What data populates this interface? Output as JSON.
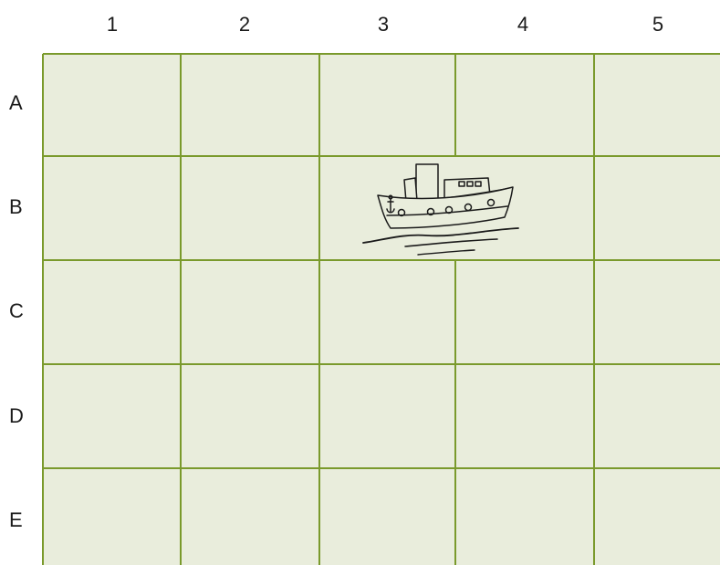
{
  "grid": {
    "columns": [
      "1",
      "2",
      "3",
      "4",
      "5"
    ],
    "rows": [
      "A",
      "B",
      "C",
      "D",
      "E"
    ],
    "cell_fill": "#e9eddc",
    "line_color": "#7a9a2c",
    "pictures": [
      {
        "name": "ship-icon",
        "row": "B",
        "column": "3"
      }
    ]
  }
}
